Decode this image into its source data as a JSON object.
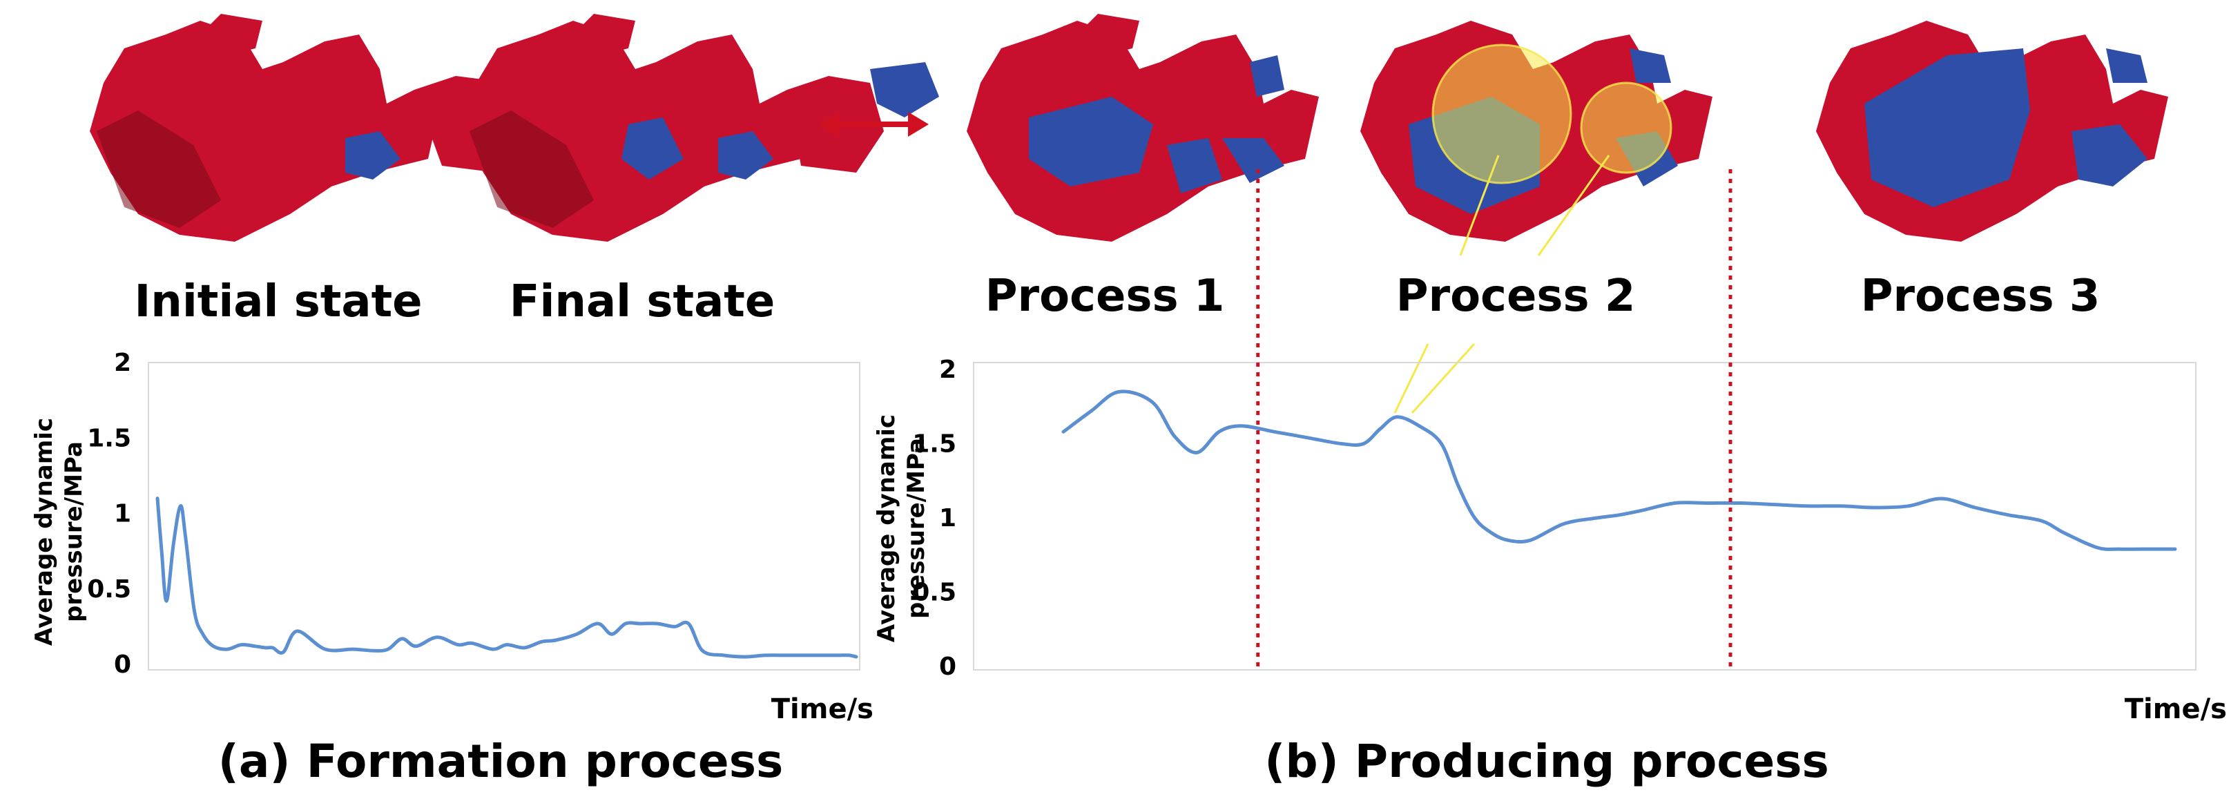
{
  "state_labels": [
    "Initial state",
    "Final state",
    "Process 1",
    "Process 2",
    "Process 3"
  ],
  "colors": {
    "red": "#c8102e",
    "blue": "#2f4ea8",
    "line": "#5b8fd1",
    "marker": "#d01020",
    "highlight": "#f5e94a"
  },
  "captions": {
    "a": "(a) Formation process",
    "b": "(b) Producing process"
  },
  "chart_data": [
    {
      "type": "line",
      "ylabel": "Average dynamic pressure/MPa",
      "xlabel": "Time/s",
      "ylim": [
        0,
        2
      ],
      "yticks": [
        "0",
        "0.5",
        "1",
        "1.5",
        "2"
      ],
      "grid": false,
      "x": [
        0,
        0.6,
        1.3,
        2.3,
        3.3,
        4,
        5.3,
        6.5,
        8,
        10,
        12,
        14,
        15.5,
        16.5,
        18,
        20,
        24,
        28,
        31,
        33,
        35,
        37,
        40,
        43,
        45,
        48,
        50,
        52.5,
        55,
        57,
        60,
        63,
        65,
        67,
        69,
        71.5,
        74,
        76,
        78,
        81,
        84,
        87,
        90,
        92,
        94,
        96,
        97.5,
        99,
        100
      ],
      "values": [
        1.1,
        0.75,
        0.42,
        0.8,
        1.05,
        0.85,
        0.35,
        0.2,
        0.12,
        0.1,
        0.13,
        0.12,
        0.11,
        0.11,
        0.08,
        0.22,
        0.1,
        0.1,
        0.09,
        0.1,
        0.17,
        0.12,
        0.18,
        0.13,
        0.14,
        0.1,
        0.13,
        0.11,
        0.15,
        0.16,
        0.2,
        0.27,
        0.2,
        0.27,
        0.27,
        0.27,
        0.25,
        0.27,
        0.09,
        0.06,
        0.05,
        0.06,
        0.06,
        0.06,
        0.06,
        0.06,
        0.06,
        0.06,
        0.05
      ]
    },
    {
      "type": "line",
      "ylabel": "Average dynamic pressure/MPa",
      "xlabel": "Time/s",
      "ylim": [
        0,
        2
      ],
      "yticks": [
        "0",
        "0.5",
        "1",
        "1.5",
        "2"
      ],
      "grid": false,
      "x": [
        0,
        2.5,
        5,
        8,
        10,
        12,
        14,
        16,
        19,
        22,
        25,
        27,
        28.5,
        30,
        32,
        34,
        35.5,
        37,
        38.5,
        40,
        42,
        45,
        48,
        50,
        52,
        55,
        58,
        61,
        64,
        67,
        70,
        73,
        76,
        79,
        82,
        85,
        88,
        90,
        93,
        95,
        97,
        99,
        100
      ],
      "values": [
        1.58,
        1.72,
        1.85,
        1.78,
        1.55,
        1.44,
        1.58,
        1.62,
        1.58,
        1.54,
        1.5,
        1.5,
        1.6,
        1.68,
        1.62,
        1.5,
        1.22,
        1.0,
        0.9,
        0.85,
        0.85,
        0.96,
        1.0,
        1.02,
        1.05,
        1.1,
        1.1,
        1.1,
        1.09,
        1.08,
        1.08,
        1.07,
        1.08,
        1.13,
        1.07,
        1.02,
        0.98,
        0.9,
        0.8,
        0.79,
        0.79,
        0.79,
        0.79
      ],
      "dividers_x": [
        17.5,
        60
      ]
    }
  ]
}
